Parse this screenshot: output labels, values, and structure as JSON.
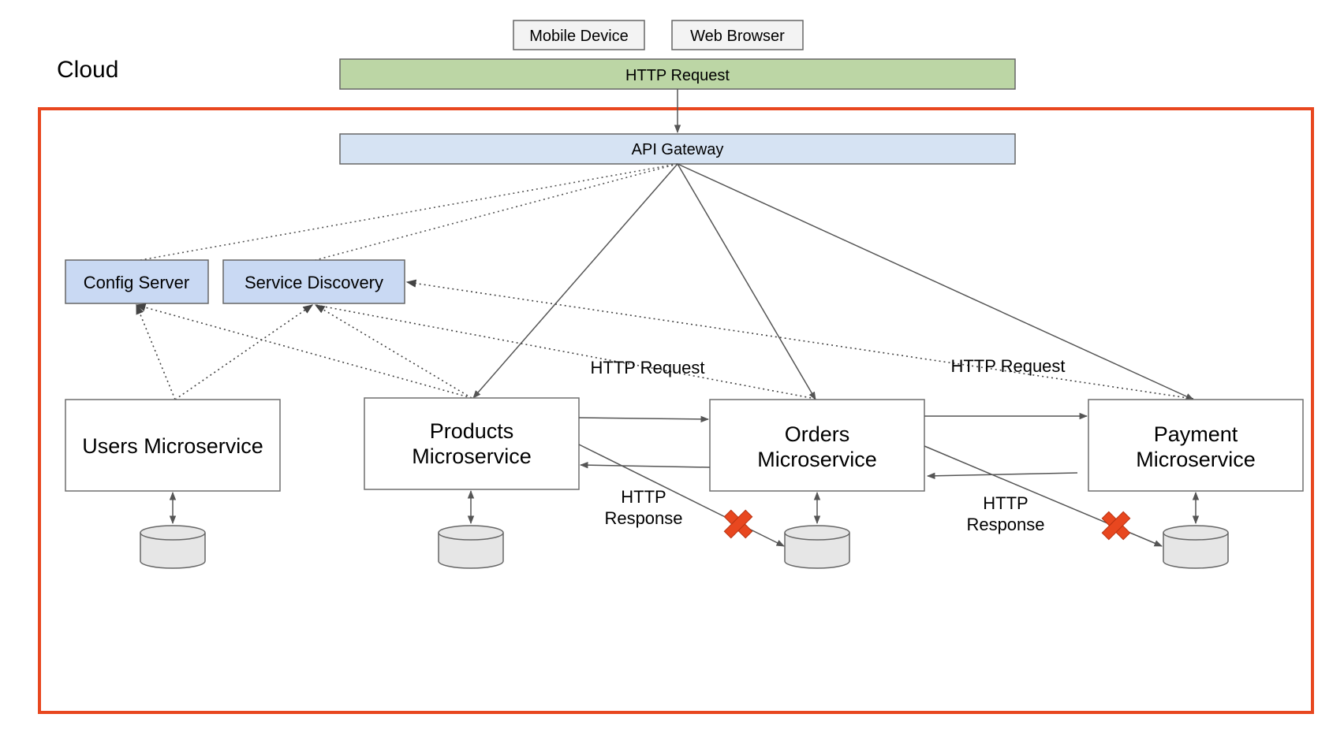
{
  "cloud_label": "Cloud",
  "clients": [
    "Mobile Device",
    "Web Browser"
  ],
  "http_request_bar": "HTTP Request",
  "api_gateway": "API Gateway",
  "infra": [
    "Config Server",
    "Service Discovery"
  ],
  "services": {
    "users": [
      "Users Microservice"
    ],
    "products": [
      "Products",
      "Microservice"
    ],
    "orders": [
      "Orders",
      "Microservice"
    ],
    "payment": [
      "Payment",
      "Microservice"
    ]
  },
  "edge_labels": {
    "http_request_1": "HTTP Request",
    "http_request_2": "HTTP Request",
    "http_response_1": [
      "HTTP",
      "Response"
    ],
    "http_response_2": [
      "HTTP",
      "Response"
    ]
  },
  "colors": {
    "cloud_border": "#e8471f",
    "http_request_fill": "#bcd6a5",
    "gateway_fill": "#d6e3f3",
    "infra_fill": "#c9d9f3",
    "failure_x": "#e8471f",
    "line": "#555555",
    "box_border": "#6f6f6f",
    "db_fill": "#e6e6e6"
  },
  "icons": {
    "failure": "red-x-icon",
    "database": "database-cylinder-icon"
  }
}
